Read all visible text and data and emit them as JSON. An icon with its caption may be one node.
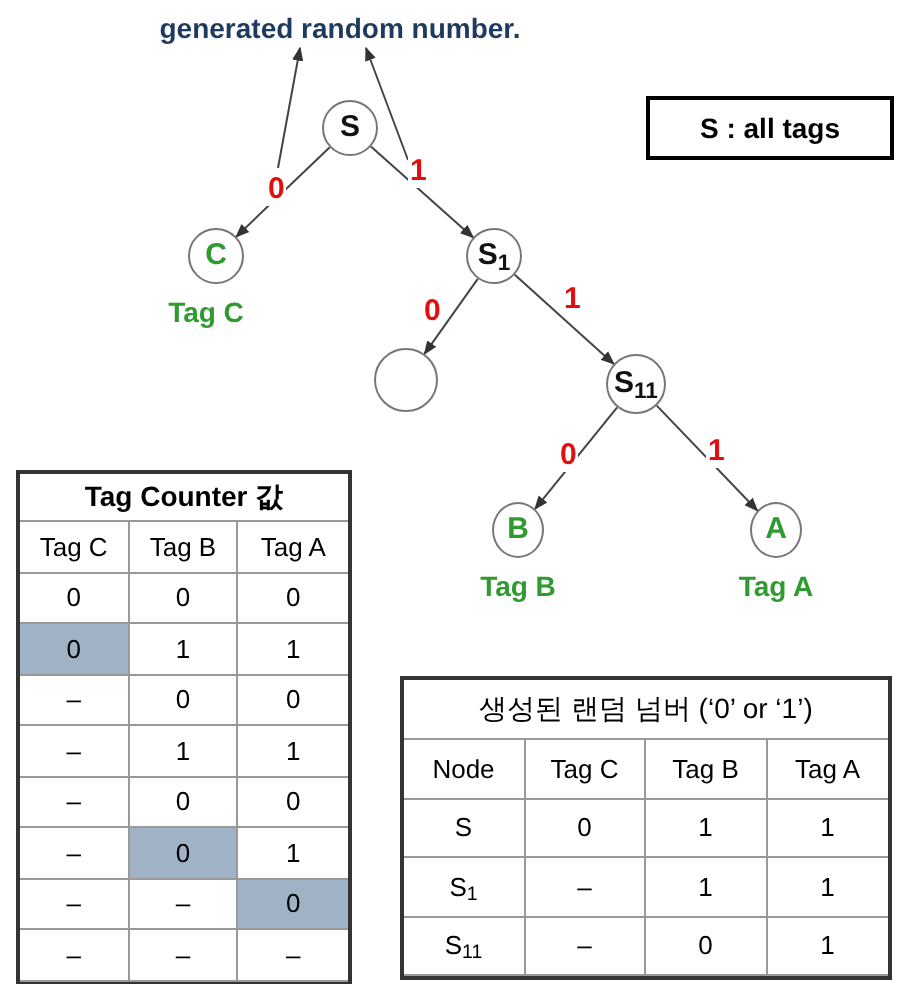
{
  "diagram": {
    "nodes": [
      {
        "text": [
          "generated random number."
        ]
      },
      {
        "text": [
          "S"
        ]
      },
      {
        "text": [
          "C"
        ],
        "beside": [
          "Tag C"
        ]
      },
      {
        "text": [
          "S$_{1}$"
        ]
      },
      {
        "text": [],
        "shape": "circle"
      },
      {
        "text": [
          "S$_{11}$"
        ]
      },
      {
        "text": [
          "B"
        ],
        "beside": [
          "Tag B"
        ]
      },
      {
        "text": [
          "A"
        ],
        "beside": [
          "Tag A"
        ]
      },
      {
        "text": [
          "S : all tags"
        ]
      }
    ],
    "edges": [
      {
        "from": 1,
        "to": 2,
        "arrow": "to",
        "label": "0"
      },
      {
        "from": 1,
        "to": 3,
        "arrow": "to",
        "label": "1"
      },
      {
        "from": 3,
        "to": 4,
        "arrow": "to",
        "label": "0"
      },
      {
        "from": 3,
        "to": 5,
        "arrow": "to",
        "label": "1"
      },
      {
        "from": 5,
        "to": 6,
        "arrow": "to",
        "label": "0"
      },
      {
        "from": 5,
        "to": 7,
        "arrow": "to",
        "label": "1"
      },
      {
        "from": null,
        "to": 0,
        "arrow": "to"
      },
      {
        "from": null,
        "to": 0,
        "arrow": "to"
      }
    ],
    "labels": [
      "Tag Counter 값",
      "Tag C",
      "Tag B",
      "Tag A",
      "0",
      "0",
      "0",
      "0",
      "1",
      "1",
      "–",
      "0",
      "0",
      "–",
      "1",
      "1",
      "–",
      "0",
      "0",
      "–",
      "0",
      "1",
      "–",
      "–",
      "0",
      "–",
      "–",
      "–",
      "생성된 랜덤 넘버 (‘0’ or ‘1’)",
      "Node",
      "Tag C",
      "Tag B",
      "Tag A",
      "S",
      "0",
      "1",
      "1",
      "S$_{1}$",
      "–",
      "1",
      "1",
      "S$_{11}$",
      "–",
      "0",
      "1"
    ]
  }
}
